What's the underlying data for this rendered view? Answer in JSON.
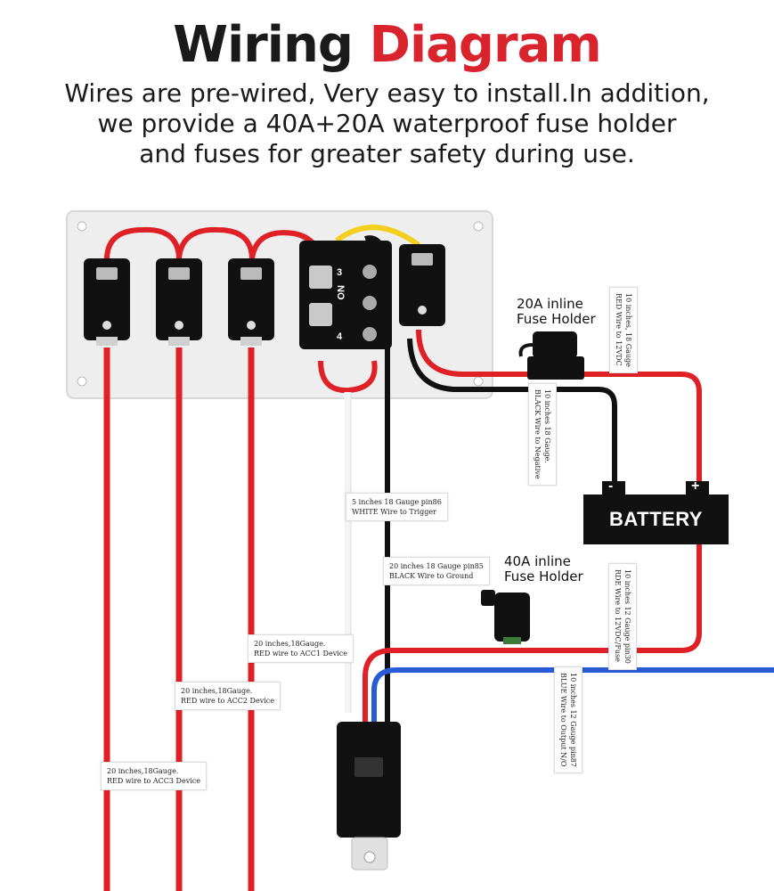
{
  "header": {
    "title_word1": "Wiring",
    "title_word2": "Diagram",
    "subtitle_lines": [
      "Wires are pre-wired, Very easy to install.In addition,",
      "we provide a 40A+20A waterproof fuse holder",
      "and fuses for greater safety during use."
    ]
  },
  "colors": {
    "accent": "#d9232d",
    "red_wire": "#e02027",
    "black_wire": "#111111",
    "blue_wire": "#2a5bd7",
    "white_wire": "#f4f4f4",
    "yellow_wire": "#f2cf1e",
    "panel": "#eeeeee",
    "battery": "#111111"
  },
  "fuse_20a": {
    "line1": "20A inline",
    "line2": "Fuse Holder"
  },
  "fuse_40a": {
    "line1": "40A inline",
    "line2": "Fuse Holder"
  },
  "battery": {
    "label": "BATTERY",
    "negative": "-",
    "positive": "+"
  },
  "relay_switch_pins": {
    "top": "3",
    "mid": "NO",
    "bottom": "4"
  },
  "tags": {
    "red_12vdc": {
      "line1": "10 inches, 18 Gauge",
      "line2": "RED Wire to 12VDC"
    },
    "black_negative": {
      "line1": "10 inches 18 Gauge.",
      "line2": "BLACK Wire to Negative"
    },
    "white_trigger": {
      "line1": "5 inches 18 Gauge pin86",
      "line2": "WHITE Wire to Trigger"
    },
    "black_ground": {
      "line1": "20 inches 18 Gauge pin85",
      "line2": "BLACK Wire to Ground"
    },
    "red_pin30": {
      "line1": "10 inches 12 Gauge pin30",
      "line2": "RDE Wire to 12VDC/Fuse"
    },
    "blue_pin87": {
      "line1": "10 inches 12 Gauge pin87",
      "line2": "BLUE Wire to Output N/O"
    },
    "acc1": {
      "line1": "20 inches,18Gauge.",
      "line2": "RED wire to ACC1 Device"
    },
    "acc2": {
      "line1": "20 inches,18Gauge.",
      "line2": "RED wire to ACC2 Device"
    },
    "acc3": {
      "line1": "20 inches,18Gauge.",
      "line2": "RED wire to ACC3 Device"
    }
  }
}
